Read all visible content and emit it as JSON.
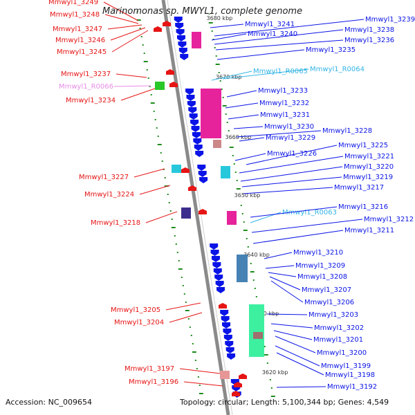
{
  "title": "Marinomonas sp. MWYL1, complete genome",
  "accession": "Accession: NC_009654",
  "topology": "Topology: circular; Length: 5,100,344 bp; Genes: 4,549",
  "colors": {
    "backbone": "#8a8a8a",
    "forward_cds": "#0a14e6",
    "reverse_cds": "#e61414",
    "rna_forward": "#33b4e6",
    "rna_reverse": "#e68ce6",
    "tick": "#1e8c1e",
    "magenta_block": "#e6239b",
    "green_block": "#3cf0a0",
    "steel_block": "#4682b4",
    "cyan_block": "#28c8dc"
  },
  "kbp_labels": [
    "3680 kbp",
    "3670 kbp",
    "3660 kbp",
    "3650 kbp",
    "3640 kbp",
    "3630 kbp",
    "3620 kbp"
  ],
  "left_labels": [
    {
      "text": "Mmwyl1_3249",
      "kind": "gene"
    },
    {
      "text": "Mmwyl1_3248",
      "kind": "gene"
    },
    {
      "text": "Mmwyl1_3247",
      "kind": "gene"
    },
    {
      "text": "Mmwyl1_3246",
      "kind": "gene"
    },
    {
      "text": "Mmwyl1_3245",
      "kind": "gene"
    },
    {
      "text": "Mmwyl1_3237",
      "kind": "gene"
    },
    {
      "text": "Mmwyl1_R0066",
      "kind": "rna"
    },
    {
      "text": "Mmwyl1_3234",
      "kind": "gene"
    },
    {
      "text": "Mmwyl1_3227",
      "kind": "gene"
    },
    {
      "text": "Mmwyl1_3224",
      "kind": "gene"
    },
    {
      "text": "Mmwyl1_3218",
      "kind": "gene"
    },
    {
      "text": "Mmwyl1_3205",
      "kind": "gene"
    },
    {
      "text": "Mmwyl1_3204",
      "kind": "gene"
    },
    {
      "text": "Mmwyl1_3197",
      "kind": "gene"
    },
    {
      "text": "Mmwyl1_3196",
      "kind": "gene"
    }
  ],
  "right_labels": [
    {
      "text": "Mmwyl1_3241",
      "kind": "gene"
    },
    {
      "text": "Mmwyl1_3240",
      "kind": "gene"
    },
    {
      "text": "Mmwyl1_3239",
      "kind": "gene"
    },
    {
      "text": "Mmwyl1_3238",
      "kind": "gene"
    },
    {
      "text": "Mmwyl1_3236",
      "kind": "gene"
    },
    {
      "text": "Mmwyl1_3235",
      "kind": "gene"
    },
    {
      "text": "Mmwyl1_R0065",
      "kind": "rna"
    },
    {
      "text": "Mmwyl1_R0064",
      "kind": "rna"
    },
    {
      "text": "Mmwyl1_3233",
      "kind": "gene"
    },
    {
      "text": "Mmwyl1_3232",
      "kind": "gene"
    },
    {
      "text": "Mmwyl1_3231",
      "kind": "gene"
    },
    {
      "text": "Mmwyl1_3230",
      "kind": "gene"
    },
    {
      "text": "Mmwyl1_3228",
      "kind": "gene"
    },
    {
      "text": "Mmwyl1_3229",
      "kind": "gene"
    },
    {
      "text": "Mmwyl1_3226",
      "kind": "gene"
    },
    {
      "text": "Mmwyl1_3225",
      "kind": "gene"
    },
    {
      "text": "Mmwyl1_3221",
      "kind": "gene"
    },
    {
      "text": "Mmwyl1_3220",
      "kind": "gene"
    },
    {
      "text": "Mmwyl1_3219",
      "kind": "gene"
    },
    {
      "text": "Mmwyl1_3217",
      "kind": "gene"
    },
    {
      "text": "Mmwyl1_R0063",
      "kind": "rna"
    },
    {
      "text": "Mmwyl1_3216",
      "kind": "gene"
    },
    {
      "text": "Mmwyl1_3212",
      "kind": "gene"
    },
    {
      "text": "Mmwyl1_3211",
      "kind": "gene"
    },
    {
      "text": "Mmwyl1_3210",
      "kind": "gene"
    },
    {
      "text": "Mmwyl1_3209",
      "kind": "gene"
    },
    {
      "text": "Mmwyl1_3208",
      "kind": "gene"
    },
    {
      "text": "Mmwyl1_3207",
      "kind": "gene"
    },
    {
      "text": "Mmwyl1_3206",
      "kind": "gene"
    },
    {
      "text": "Mmwyl1_3203",
      "kind": "gene"
    },
    {
      "text": "Mmwyl1_3202",
      "kind": "gene"
    },
    {
      "text": "Mmwyl1_3201",
      "kind": "gene"
    },
    {
      "text": "Mmwyl1_3200",
      "kind": "gene"
    },
    {
      "text": "Mmwyl1_3199",
      "kind": "gene"
    },
    {
      "text": "Mmwyl1_3198",
      "kind": "gene"
    },
    {
      "text": "Mmwyl1_3192",
      "kind": "gene"
    }
  ]
}
